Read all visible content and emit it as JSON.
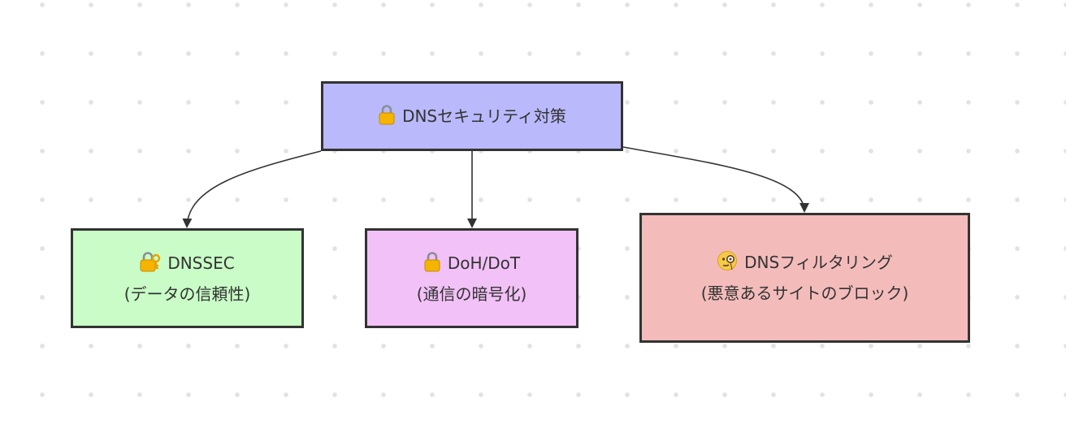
{
  "diagram": {
    "root": {
      "icon": "lock-icon",
      "label": "DNSセキュリティ対策"
    },
    "children": [
      {
        "id": "dnssec",
        "icon": "lock-with-key-icon",
        "label": "DNSSEC",
        "sublabel": "(データの信頼性)",
        "color": "#c9fcc6"
      },
      {
        "id": "doh",
        "icon": "lock-icon",
        "label": "DoH/DoT",
        "sublabel": "(通信の暗号化)",
        "color": "#f2c1f7"
      },
      {
        "id": "filter",
        "icon": "monocle-face-icon",
        "label": "DNSフィルタリング",
        "sublabel": "(悪意あるサイトのブロック)",
        "color": "#f3bcbb"
      }
    ],
    "colors": {
      "root": "#b9b9fb",
      "border": "#333333",
      "edge": "#333333",
      "dots": "#e2e2e2"
    }
  }
}
